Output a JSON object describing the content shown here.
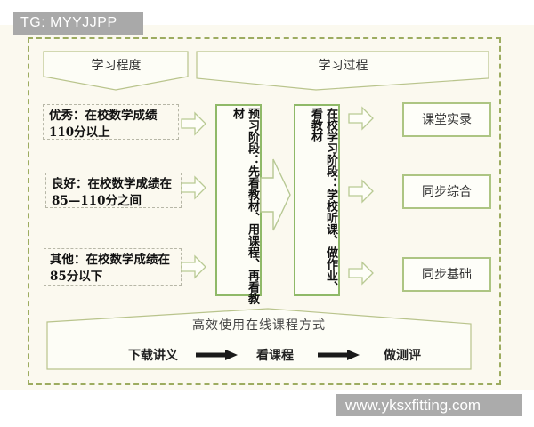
{
  "watermarks": {
    "top": "TG: MYYJJPP",
    "bottom": "www.yksxfitting.com"
  },
  "headers": {
    "left": "学习程度",
    "right": "学习过程"
  },
  "levels": [
    {
      "line1": "优秀：在校数学成绩",
      "line2": "110分以上"
    },
    {
      "line1": "良好：在校数学成绩在",
      "line2": "85—110分之间"
    },
    {
      "line1": "其他：在校数学成绩在",
      "line2": "85分以下"
    }
  ],
  "stages": [
    {
      "text": "预习阶段：先看教材、用课程、再看教材"
    },
    {
      "text": "在校学习阶段：学校听课、做作业、看教材"
    }
  ],
  "resources": [
    "课堂实录",
    "同步综合",
    "同步基础"
  ],
  "bottom_flow": {
    "title": "高效使用在线课程方式",
    "steps": [
      "下载讲义",
      "看课程",
      "做测评"
    ]
  },
  "colors": {
    "stage_box_green": "#8fb968",
    "resource_box_green": "#adc583",
    "outer_dash_olive": "#9dac60",
    "banner_outline": "#b9c48c",
    "watermark_gray": "#a9a9a9",
    "flow_arrow_black": "#1a1a1a"
  }
}
